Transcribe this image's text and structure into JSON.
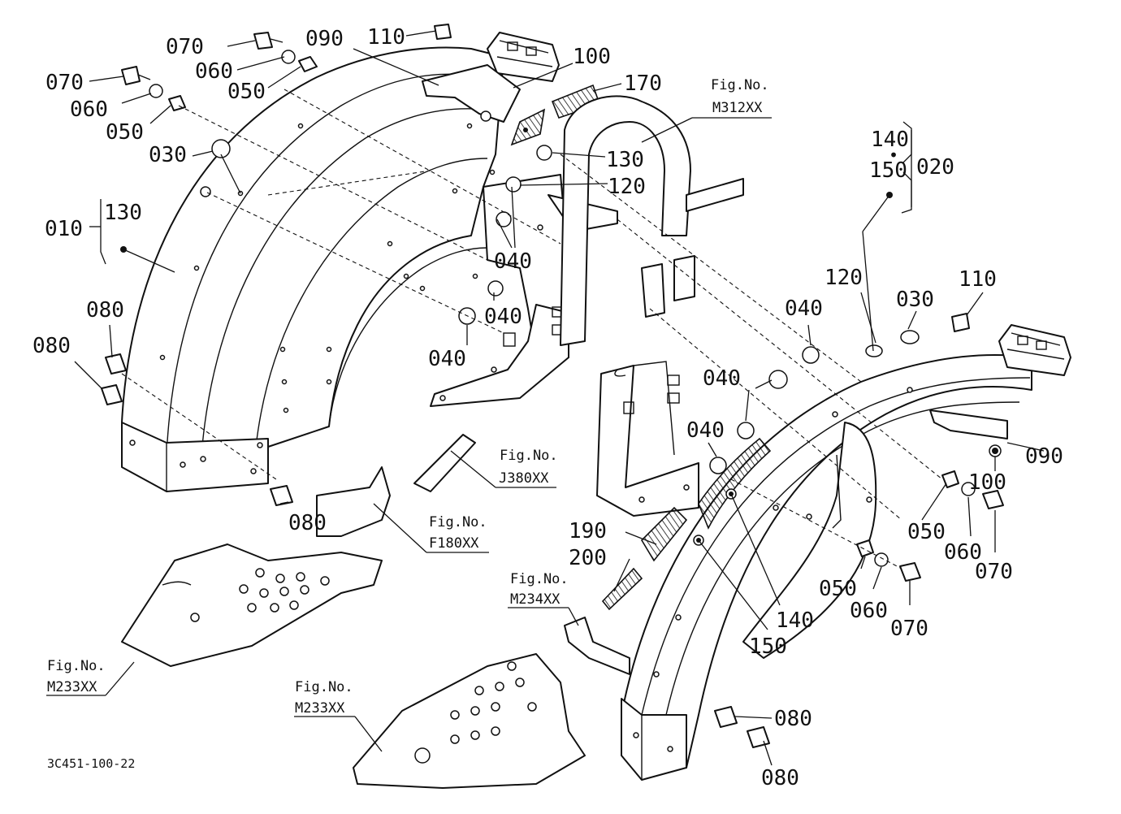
{
  "diagram_code": "3C451-100-22",
  "callouts": [
    {
      "id": "c070a",
      "label": "070"
    },
    {
      "id": "c110a",
      "label": "110"
    },
    {
      "id": "c090a",
      "label": "090"
    },
    {
      "id": "c100a",
      "label": "100"
    },
    {
      "id": "c060a",
      "label": "060"
    },
    {
      "id": "c050a",
      "label": "050"
    },
    {
      "id": "c170",
      "label": "170"
    },
    {
      "id": "c070b",
      "label": "070"
    },
    {
      "id": "c060b",
      "label": "060"
    },
    {
      "id": "c050b",
      "label": "050"
    },
    {
      "id": "c030a",
      "label": "030"
    },
    {
      "id": "c130a",
      "label": "130"
    },
    {
      "id": "c120a",
      "label": "120"
    },
    {
      "id": "c010",
      "label": "010"
    },
    {
      "id": "c130b",
      "label": "130"
    },
    {
      "id": "c040a",
      "label": "040"
    },
    {
      "id": "c040b",
      "label": "040"
    },
    {
      "id": "c040c",
      "label": "040"
    },
    {
      "id": "c080a",
      "label": "080"
    },
    {
      "id": "c080b",
      "label": "080"
    },
    {
      "id": "c080c",
      "label": "080"
    },
    {
      "id": "c140a",
      "label": "140"
    },
    {
      "id": "c150a",
      "label": "150"
    },
    {
      "id": "c020",
      "label": "020"
    },
    {
      "id": "c120b",
      "label": "120"
    },
    {
      "id": "c030b",
      "label": "030"
    },
    {
      "id": "c110b",
      "label": "110"
    },
    {
      "id": "c040d",
      "label": "040"
    },
    {
      "id": "c040e",
      "label": "040"
    },
    {
      "id": "c040f",
      "label": "040"
    },
    {
      "id": "c090b",
      "label": "090"
    },
    {
      "id": "c100b",
      "label": "100"
    },
    {
      "id": "c190",
      "label": "190"
    },
    {
      "id": "c200",
      "label": "200"
    },
    {
      "id": "c050c",
      "label": "050"
    },
    {
      "id": "c060c",
      "label": "060"
    },
    {
      "id": "c070c",
      "label": "070"
    },
    {
      "id": "c050d",
      "label": "050"
    },
    {
      "id": "c060d",
      "label": "060"
    },
    {
      "id": "c070d",
      "label": "070"
    },
    {
      "id": "c140b",
      "label": "140"
    },
    {
      "id": "c150b",
      "label": "150"
    },
    {
      "id": "c080d",
      "label": "080"
    },
    {
      "id": "c080e",
      "label": "080"
    }
  ],
  "figure_refs": [
    {
      "id": "fig_m312",
      "prefix": "Fig.No.",
      "number": "M312XX"
    },
    {
      "id": "fig_j380",
      "prefix": "Fig.No.",
      "number": "J380XX"
    },
    {
      "id": "fig_f180",
      "prefix": "Fig.No.",
      "number": "F180XX"
    },
    {
      "id": "fig_m234",
      "prefix": "Fig.No.",
      "number": "M234XX"
    },
    {
      "id": "fig_m233a",
      "prefix": "Fig.No.",
      "number": "M233XX"
    },
    {
      "id": "fig_m233b",
      "prefix": "Fig.No.",
      "number": "M233XX"
    }
  ]
}
